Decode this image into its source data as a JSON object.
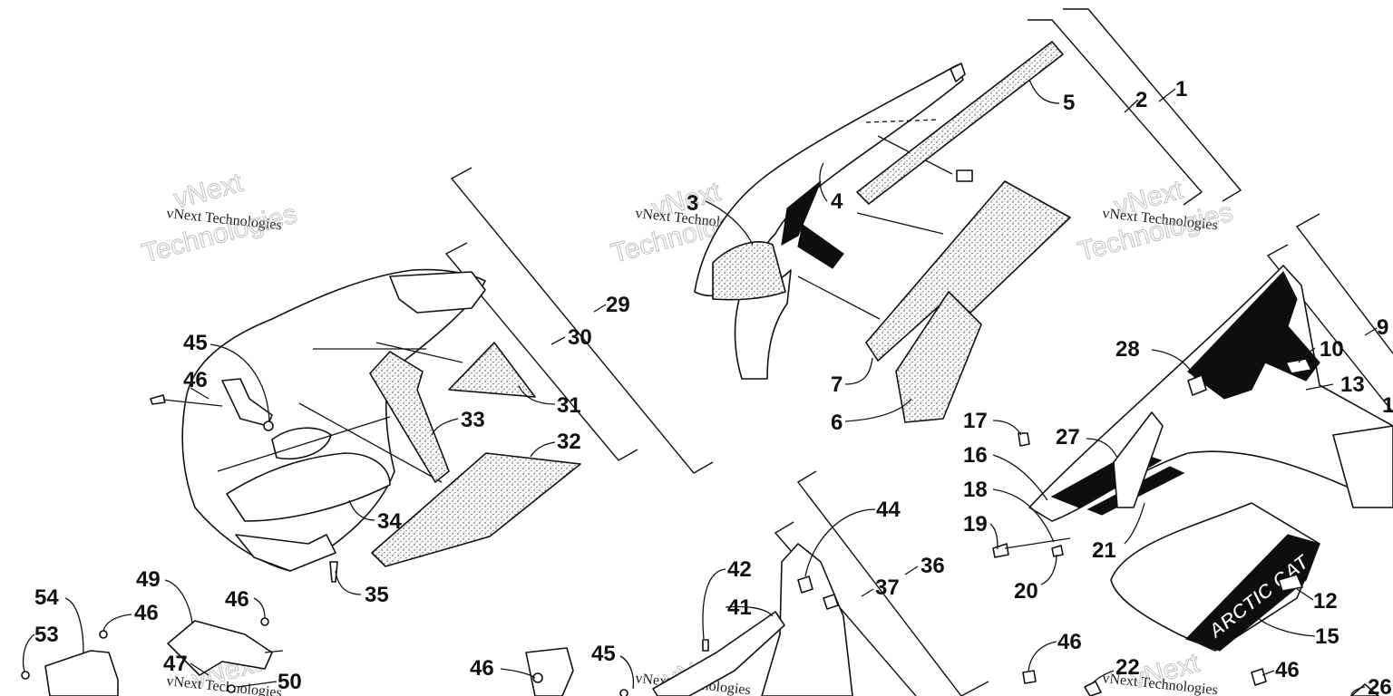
{
  "diagram": {
    "title": "Hood and foam parts exploded view",
    "watermark": {
      "brand_top": "vNext",
      "brand_full": "vNext Technologies",
      "brand_bottom": "Technologies"
    },
    "callouts": [
      {
        "id": "c1",
        "label": "1"
      },
      {
        "id": "c2",
        "label": "2"
      },
      {
        "id": "c3",
        "label": "3"
      },
      {
        "id": "c4",
        "label": "4"
      },
      {
        "id": "c5",
        "label": "5"
      },
      {
        "id": "c6",
        "label": "6"
      },
      {
        "id": "c7",
        "label": "7"
      },
      {
        "id": "c9",
        "label": "9"
      },
      {
        "id": "c10",
        "label": "10"
      },
      {
        "id": "c11",
        "label": "1"
      },
      {
        "id": "c12",
        "label": "12"
      },
      {
        "id": "c13",
        "label": "13"
      },
      {
        "id": "c15",
        "label": "15"
      },
      {
        "id": "c16",
        "label": "16"
      },
      {
        "id": "c17",
        "label": "17"
      },
      {
        "id": "c18",
        "label": "18"
      },
      {
        "id": "c19",
        "label": "19"
      },
      {
        "id": "c20",
        "label": "20"
      },
      {
        "id": "c21",
        "label": "21"
      },
      {
        "id": "c22",
        "label": "22"
      },
      {
        "id": "c26",
        "label": "26"
      },
      {
        "id": "c27",
        "label": "27"
      },
      {
        "id": "c28",
        "label": "28"
      },
      {
        "id": "c29",
        "label": "29"
      },
      {
        "id": "c30",
        "label": "30"
      },
      {
        "id": "c31",
        "label": "31"
      },
      {
        "id": "c32",
        "label": "32"
      },
      {
        "id": "c33",
        "label": "33"
      },
      {
        "id": "c34",
        "label": "34"
      },
      {
        "id": "c35",
        "label": "35"
      },
      {
        "id": "c36",
        "label": "36"
      },
      {
        "id": "c37",
        "label": "37"
      },
      {
        "id": "c41",
        "label": "41"
      },
      {
        "id": "c42",
        "label": "42"
      },
      {
        "id": "c44",
        "label": "44"
      },
      {
        "id": "c45a",
        "label": "45"
      },
      {
        "id": "c45b",
        "label": "45"
      },
      {
        "id": "c46a",
        "label": "46"
      },
      {
        "id": "c46b",
        "label": "46"
      },
      {
        "id": "c46c",
        "label": "46"
      },
      {
        "id": "c46d",
        "label": "46"
      },
      {
        "id": "c46e",
        "label": "46"
      },
      {
        "id": "c46f",
        "label": "46"
      },
      {
        "id": "c47",
        "label": "47"
      },
      {
        "id": "c49",
        "label": "49"
      },
      {
        "id": "c50",
        "label": "50"
      },
      {
        "id": "c53",
        "label": "53"
      },
      {
        "id": "c54",
        "label": "54"
      }
    ],
    "decal_text": "ARCTIC CAT"
  }
}
